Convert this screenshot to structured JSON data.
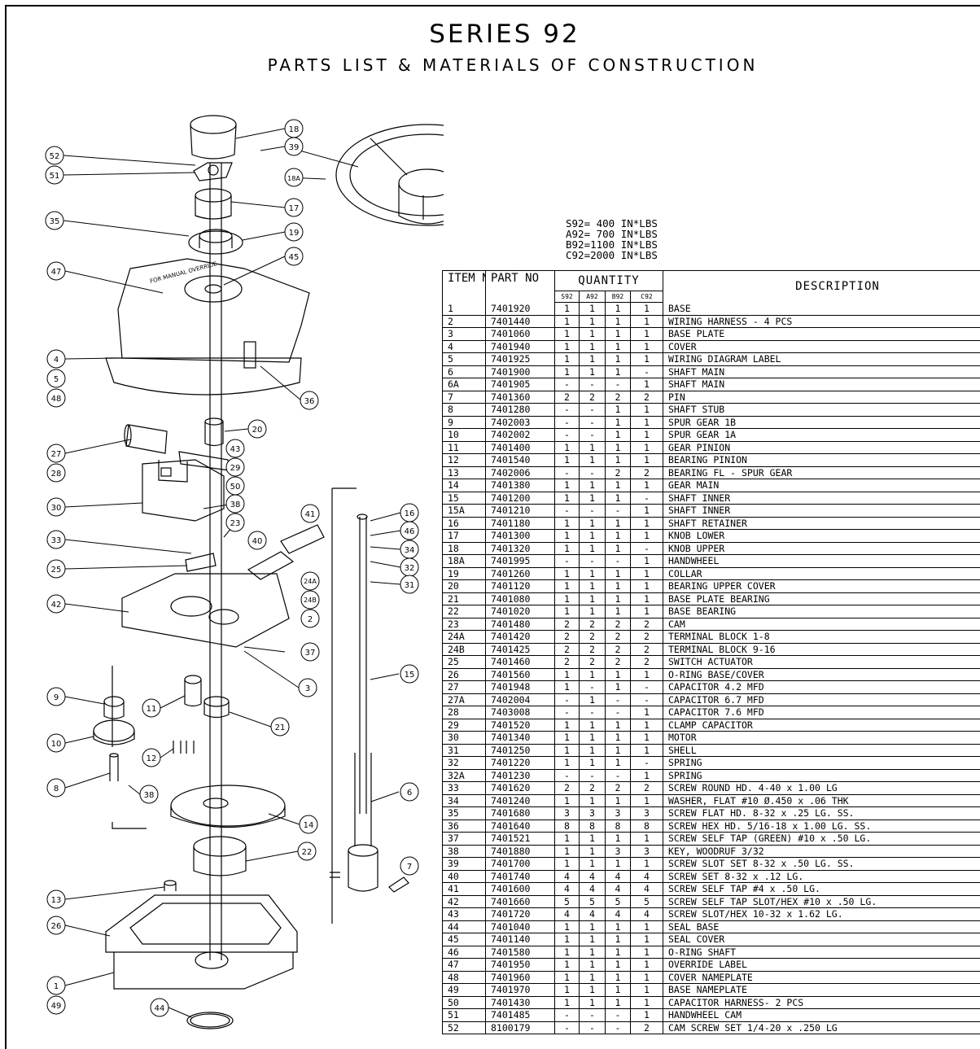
{
  "title": "SERIES 92",
  "subtitle": "PARTS LIST & MATERIALS OF CONSTRUCTION",
  "ratings": [
    "S92= 400 IN*LBS",
    "A92= 700 IN*LBS",
    "B92=1100 IN*LBS",
    "C92=2000 IN*LBS"
  ],
  "table": {
    "headers": {
      "item": "ITEM NO",
      "part": "PART NO",
      "quantity": "QUANTITY",
      "description": "DESCRIPTION",
      "models": [
        "S92",
        "A92",
        "B92",
        "C92"
      ]
    },
    "rows": [
      [
        "1",
        "7401920",
        "1",
        "1",
        "1",
        "1",
        "BASE"
      ],
      [
        "2",
        "7401440",
        "1",
        "1",
        "1",
        "1",
        "WIRING HARNESS - 4 PCS"
      ],
      [
        "3",
        "7401060",
        "1",
        "1",
        "1",
        "1",
        "BASE PLATE"
      ],
      [
        "4",
        "7401940",
        "1",
        "1",
        "1",
        "1",
        "COVER"
      ],
      [
        "5",
        "7401925",
        "1",
        "1",
        "1",
        "1",
        "WIRING DIAGRAM LABEL"
      ],
      [
        "6",
        "7401900",
        "1",
        "1",
        "1",
        "-",
        "SHAFT MAIN"
      ],
      [
        "6A",
        "7401905",
        "-",
        "-",
        "-",
        "1",
        "SHAFT MAIN"
      ],
      [
        "7",
        "7401360",
        "2",
        "2",
        "2",
        "2",
        "PIN"
      ],
      [
        "8",
        "7401280",
        "-",
        "-",
        "1",
        "1",
        "SHAFT STUB"
      ],
      [
        "9",
        "7402003",
        "-",
        "-",
        "1",
        "1",
        "SPUR GEAR 1B"
      ],
      [
        "10",
        "7402002",
        "-",
        "-",
        "1",
        "1",
        "SPUR GEAR 1A"
      ],
      [
        "11",
        "7401400",
        "1",
        "1",
        "1",
        "1",
        "GEAR PINION"
      ],
      [
        "12",
        "7401540",
        "1",
        "1",
        "1",
        "1",
        "BEARING PINION"
      ],
      [
        "13",
        "7402006",
        "-",
        "-",
        "2",
        "2",
        "BEARING FL - SPUR GEAR"
      ],
      [
        "14",
        "7401380",
        "1",
        "1",
        "1",
        "1",
        "GEAR MAIN"
      ],
      [
        "15",
        "7401200",
        "1",
        "1",
        "1",
        "-",
        "SHAFT INNER"
      ],
      [
        "15A",
        "7401210",
        "-",
        "-",
        "-",
        "1",
        "SHAFT INNER"
      ],
      [
        "16",
        "7401180",
        "1",
        "1",
        "1",
        "1",
        "SHAFT RETAINER"
      ],
      [
        "17",
        "7401300",
        "1",
        "1",
        "1",
        "1",
        "KNOB LOWER"
      ],
      [
        "18",
        "7401320",
        "1",
        "1",
        "1",
        "-",
        "KNOB UPPER"
      ],
      [
        "18A",
        "7401995",
        "-",
        "-",
        "-",
        "1",
        "HANDWHEEL"
      ],
      [
        "19",
        "7401260",
        "1",
        "1",
        "1",
        "1",
        "COLLAR"
      ],
      [
        "20",
        "7401120",
        "1",
        "1",
        "1",
        "1",
        "BEARING UPPER COVER"
      ],
      [
        "21",
        "7401080",
        "1",
        "1",
        "1",
        "1",
        "BASE PLATE BEARING"
      ],
      [
        "22",
        "7401020",
        "1",
        "1",
        "1",
        "1",
        "BASE BEARING"
      ],
      [
        "23",
        "7401480",
        "2",
        "2",
        "2",
        "2",
        "CAM"
      ],
      [
        "24A",
        "7401420",
        "2",
        "2",
        "2",
        "2",
        "TERMINAL BLOCK 1-8"
      ],
      [
        "24B",
        "7401425",
        "2",
        "2",
        "2",
        "2",
        "TERMINAL BLOCK 9-16"
      ],
      [
        "25",
        "7401460",
        "2",
        "2",
        "2",
        "2",
        "SWITCH ACTUATOR"
      ],
      [
        "26",
        "7401560",
        "1",
        "1",
        "1",
        "1",
        "O-RING BASE/COVER"
      ],
      [
        "27",
        "7401948",
        "1",
        "-",
        "1",
        "-",
        "CAPACITOR 4.2 MFD"
      ],
      [
        "27A",
        "7402004",
        "-",
        "1",
        "-",
        "-",
        "CAPACITOR 6.7 MFD"
      ],
      [
        "28",
        "7403008",
        "-",
        "-",
        "-",
        "1",
        "CAPACITOR 7.6 MFD"
      ],
      [
        "29",
        "7401520",
        "1",
        "1",
        "1",
        "1",
        "CLAMP CAPACITOR"
      ],
      [
        "30",
        "7401340",
        "1",
        "1",
        "1",
        "1",
        "MOTOR"
      ],
      [
        "31",
        "7401250",
        "1",
        "1",
        "1",
        "1",
        "SHELL"
      ],
      [
        "32",
        "7401220",
        "1",
        "1",
        "1",
        "-",
        "SPRING"
      ],
      [
        "32A",
        "7401230",
        "-",
        "-",
        "-",
        "1",
        "SPRING"
      ],
      [
        "33",
        "7401620",
        "2",
        "2",
        "2",
        "2",
        "SCREW ROUND HD. 4-40 x 1.00 LG"
      ],
      [
        "34",
        "7401240",
        "1",
        "1",
        "1",
        "1",
        "WASHER, FLAT #10 Ø.450 x .06 THK"
      ],
      [
        "35",
        "7401680",
        "3",
        "3",
        "3",
        "3",
        "SCREW FLAT HD. 8-32 x .25 LG. SS."
      ],
      [
        "36",
        "7401640",
        "8",
        "8",
        "8",
        "8",
        "SCREW HEX HD. 5/16-18 x 1.00 LG. SS."
      ],
      [
        "37",
        "7401521",
        "1",
        "1",
        "1",
        "1",
        "SCREW SELF TAP (GREEN) #10 x .50 LG."
      ],
      [
        "38",
        "7401880",
        "1",
        "1",
        "3",
        "3",
        "KEY, WOODRUF 3/32"
      ],
      [
        "39",
        "7401700",
        "1",
        "1",
        "1",
        "1",
        "SCREW SLOT SET 8-32 x .50 LG. SS."
      ],
      [
        "40",
        "7401740",
        "4",
        "4",
        "4",
        "4",
        "SCREW SET 8-32 x .12 LG."
      ],
      [
        "41",
        "7401600",
        "4",
        "4",
        "4",
        "4",
        "SCREW SELF TAP #4 x .50 LG."
      ],
      [
        "42",
        "7401660",
        "5",
        "5",
        "5",
        "5",
        "SCREW SELF TAP SLOT/HEX #10 x .50 LG."
      ],
      [
        "43",
        "7401720",
        "4",
        "4",
        "4",
        "4",
        "SCREW SLOT/HEX 10-32 x 1.62 LG."
      ],
      [
        "44",
        "7401040",
        "1",
        "1",
        "1",
        "1",
        "SEAL BASE"
      ],
      [
        "45",
        "7401140",
        "1",
        "1",
        "1",
        "1",
        "SEAL COVER"
      ],
      [
        "46",
        "7401580",
        "1",
        "1",
        "1",
        "1",
        "O-RING SHAFT"
      ],
      [
        "47",
        "7401950",
        "1",
        "1",
        "1",
        "1",
        "OVERRIDE LABEL"
      ],
      [
        "48",
        "7401960",
        "1",
        "1",
        "1",
        "1",
        "COVER NAMEPLATE"
      ],
      [
        "49",
        "7401970",
        "1",
        "1",
        "1",
        "1",
        "BASE NAMEPLATE"
      ],
      [
        "50",
        "7401430",
        "1",
        "1",
        "1",
        "1",
        "CAPACITOR HARNESS- 2 PCS"
      ],
      [
        "51",
        "7401485",
        "-",
        "-",
        "-",
        "1",
        "HANDWHEEL CAM"
      ],
      [
        "52",
        "8100179",
        "-",
        "-",
        "-",
        "2",
        "CAM SCREW SET 1/4-20 x .250 LG"
      ]
    ]
  },
  "callouts": [
    "18",
    "52",
    "39",
    "51",
    "18A",
    "17",
    "35",
    "19",
    "47",
    "45",
    "4",
    "5",
    "48",
    "36",
    "20",
    "27",
    "43",
    "28",
    "29",
    "30",
    "50",
    "38",
    "23",
    "41",
    "40",
    "33",
    "25",
    "16",
    "46",
    "34",
    "32",
    "31",
    "24A",
    "24B",
    "42",
    "2",
    "37",
    "15",
    "3",
    "9",
    "11",
    "21",
    "10",
    "12",
    "8",
    "38",
    "6",
    "14",
    "7",
    "22",
    "13",
    "26",
    "1",
    "49",
    "44"
  ],
  "figure_text": {
    "cover_label": "FOR MANUAL OVERRIDE"
  }
}
